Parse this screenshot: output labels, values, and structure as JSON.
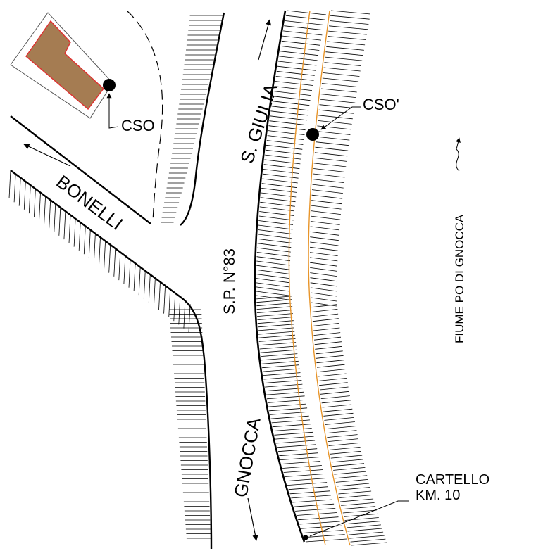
{
  "labels": {
    "cso_left": "CSO",
    "cso_right": "CSO'",
    "street_giulia": "S. GIULIA",
    "street_bonelli": "BONELLI",
    "road_sp": "S.P. N°83",
    "street_gnocca": "GNOCCA",
    "river": "FIUME PO DI GNOCCA",
    "sign_line1": "CARTELLO",
    "sign_line2": "KM. 10"
  },
  "colors": {
    "building_fill": "#a57c52",
    "building_outline": "#e03030",
    "river_bank": "#e8952a",
    "line": "#000000",
    "hatch": "#000000",
    "background": "#ffffff"
  }
}
